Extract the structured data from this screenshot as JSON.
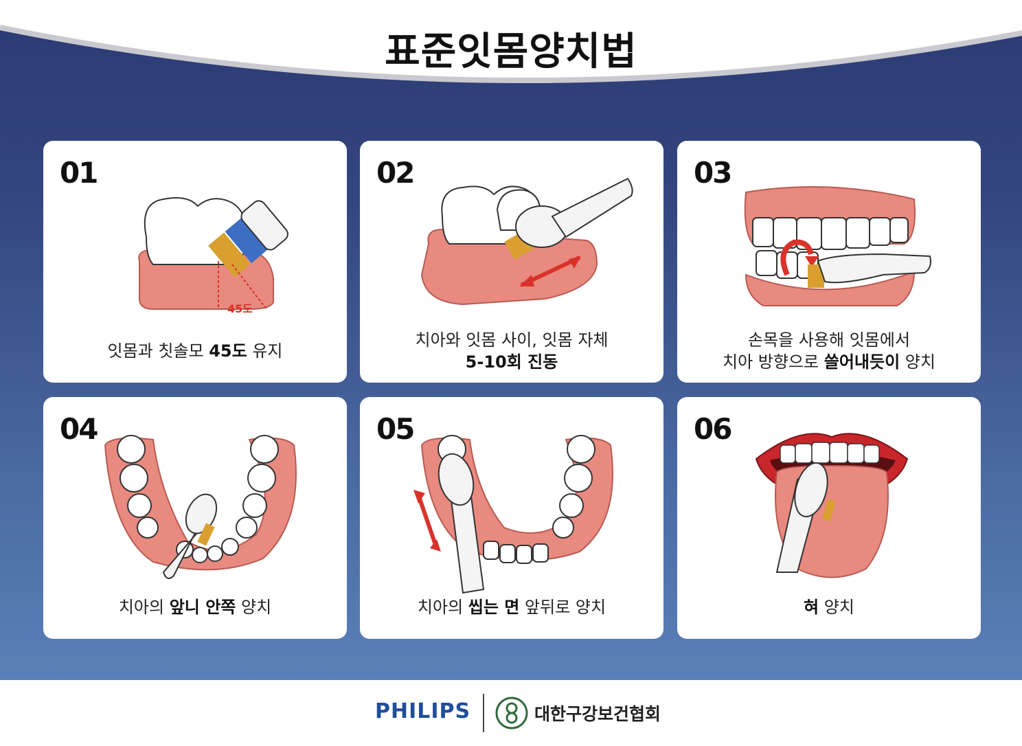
{
  "title": "표준잇몸양치법",
  "cards": [
    {
      "num": "01",
      "caption": {
        "pre": "잇몸과 칫솔모 ",
        "bold": "45도",
        "post": " 유지"
      },
      "label": "45도"
    },
    {
      "num": "02",
      "line1": "치아와 잇몸 사이, 잇몸 자체",
      "line2": "5-10회 진동"
    },
    {
      "num": "03",
      "line1": "손목을 사용해 잇몸에서",
      "line2": {
        "pre": "치아 방향으로 ",
        "bold": "쓸어내듯이",
        "post": " 양치"
      }
    },
    {
      "num": "04",
      "caption": {
        "pre": "치아의 ",
        "bold": "앞니 안쪽",
        "post": " 양치"
      }
    },
    {
      "num": "05",
      "caption": {
        "pre": "치아의 ",
        "bold": "씹는 면",
        "post": " 앞뒤로 양치"
      }
    },
    {
      "num": "06",
      "caption": {
        "pre": "",
        "bold": "혀",
        "post": " 양치"
      }
    }
  ],
  "footer": {
    "brand": "PHILIPS",
    "org": "대한구강보건협회"
  },
  "colors": {
    "bg_top": "#2b3a72",
    "bg_bottom": "#5a80b8",
    "gum": "#e88a80",
    "accent_red": "#d8332a",
    "philips_blue": "#1f4e9a"
  }
}
